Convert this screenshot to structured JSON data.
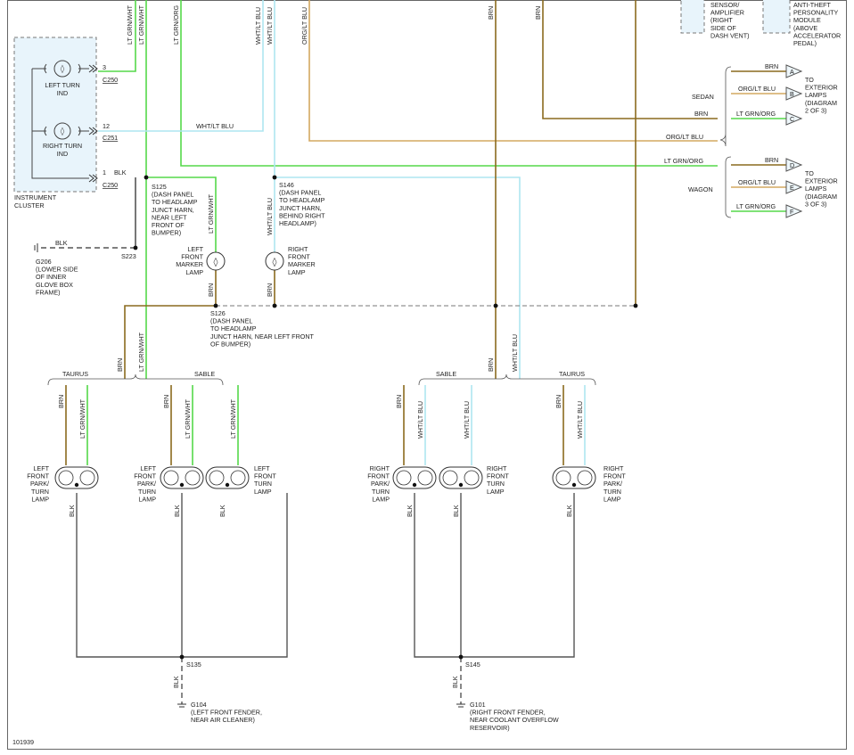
{
  "colors": {
    "brn": "#8a6a1e",
    "ltgrnwht": "#55d84a",
    "ltgrnorg": "#55d84a",
    "whtltblu": "#aee6f0",
    "orgltblu": "#d4a860",
    "blk": "#555555"
  },
  "wires": {
    "ltgrnwht": "LT GRN/WHT",
    "ltgrnorg": "LT GRN/ORG",
    "whtltblu": "WHT/LT BLU",
    "orgltblu": "ORG/LT BLU",
    "brn": "BRN",
    "blk": "BLK"
  },
  "cluster": {
    "label1": "INSTRUMENT",
    "label2": "CLUSTER",
    "left_ind1": "LEFT TURN",
    "left_ind2": "IND",
    "right_ind1": "RIGHT TURN",
    "right_ind2": "IND",
    "pin3": "3",
    "pin12": "12",
    "pin1": "1",
    "c250a": "C250",
    "c251": "C251",
    "c250b": "C250"
  },
  "top_right": {
    "sensor": [
      "SENSOR/",
      "AMPLIFIER",
      "(RIGHT",
      "SIDE OF",
      "DASH VENT)"
    ],
    "module": [
      "ANTI-THEFT",
      "PERSONALITY",
      "MODULE",
      "(ABOVE",
      "ACCELERATOR",
      "PEDAL)"
    ],
    "sedan": "SEDAN",
    "wagon": "WAGON",
    "pins": [
      "A",
      "B",
      "C",
      "D",
      "E",
      "F"
    ],
    "to_ext_1": [
      "TO",
      "EXTERIOR",
      "LAMPS",
      "(DIAGRAM",
      "2 OF 3)"
    ],
    "to_ext_2": [
      "TO",
      "EXTERIOR",
      "LAMPS",
      "(DIAGRAM",
      "3 OF 3)"
    ]
  },
  "splices": {
    "s125": [
      "S125",
      "(DASH PANEL",
      "TO HEADLAMP",
      "JUNCT HARN,",
      "NEAR LEFT",
      "FRONT OF",
      "BUMPER)"
    ],
    "s146": [
      "S146",
      "(DASH PANEL",
      "TO HEADLAMP",
      "JUNCT HARN,",
      "BEHIND RIGHT",
      "HEADLAMP)"
    ],
    "s223": "S223",
    "s126": [
      "S126",
      "(DASH PANEL",
      "TO HEADLAMP",
      "JUNCT HARN, NEAR LEFT FRONT",
      "OF BUMPER)"
    ],
    "s135": "S135",
    "s145": "S145"
  },
  "grounds": {
    "g206": [
      "G206",
      "(LOWER SIDE",
      "OF INNER",
      "GLOVE BOX",
      "FRAME)"
    ],
    "g104": [
      "G104",
      "(LEFT FRONT FENDER,",
      "NEAR AIR CLEANER)"
    ],
    "g101": [
      "G101",
      "(RIGHT FRONT FENDER,",
      "NEAR COOLANT OVERFLOW",
      "RESERVOIR)"
    ]
  },
  "lamps": {
    "left_marker": [
      "LEFT",
      "FRONT",
      "MARKER",
      "LAMP"
    ],
    "right_marker": [
      "RIGHT",
      "FRONT",
      "MARKER",
      "LAMP"
    ],
    "lf_park_turn": [
      "LEFT",
      "FRONT",
      "PARK/",
      "TURN",
      "LAMP"
    ],
    "lf_turn": [
      "LEFT",
      "FRONT",
      "TURN",
      "LAMP"
    ],
    "rf_park_turn": [
      "RIGHT",
      "FRONT",
      "PARK/",
      "TURN",
      "LAMP"
    ],
    "rf_turn": [
      "RIGHT",
      "FRONT",
      "TURN",
      "LAMP"
    ]
  },
  "variants": {
    "taurus": "TAURUS",
    "sable": "SABLE"
  },
  "figure_id": "101939"
}
